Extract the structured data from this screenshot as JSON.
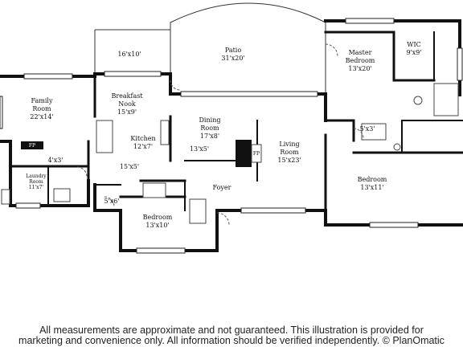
{
  "rooms": {
    "patio": {
      "name": "Patio",
      "dim": "31'x20'"
    },
    "patio_side": {
      "dim": "16'x10'"
    },
    "master": {
      "name1": "Master",
      "name2": "Bedroom",
      "dim": "13'x20'"
    },
    "wic": {
      "name": "WIC",
      "dim": "9'x9'"
    },
    "family": {
      "name1": "Family",
      "name2": "Room",
      "dim": "22'x14'"
    },
    "breakfast": {
      "name1": "Breakfast",
      "name2": "Nook",
      "dim": "15'x9'"
    },
    "kitchen": {
      "name": "Kitchen",
      "dim": "12'x7'"
    },
    "dining": {
      "name1": "Dining",
      "name2": "Room",
      "dim": "17'x8'"
    },
    "dining_small": {
      "dim": "13'x5'"
    },
    "living": {
      "name1": "Living",
      "name2": "Room",
      "dim": "15'x23'"
    },
    "bath_5x3": {
      "dim": "5'x3'"
    },
    "bedroom_right": {
      "name": "Bedroom",
      "dim": "13'x11'"
    },
    "foyer": {
      "name": "Foyer"
    },
    "hall_15x5": {
      "dim": "15'x5'"
    },
    "closet_5x6": {
      "dim": "5'x6'"
    },
    "bedroom_bottom": {
      "name": "Bedroom",
      "dim": "13'x10'"
    },
    "laundry": {
      "name1": "Laundry",
      "name2": "Room",
      "dim": "11'x7'"
    },
    "closet_4x3": {
      "dim": "4'x3'"
    }
  },
  "fireplace_labels": {
    "left": "FP",
    "center": "FP"
  },
  "disclaimer": {
    "line1": "All measurements are approximate and not guaranteed. This illustration is provided for",
    "line2": "marketing and convenience only. All information should be verified independently. © PlanOmatic"
  }
}
